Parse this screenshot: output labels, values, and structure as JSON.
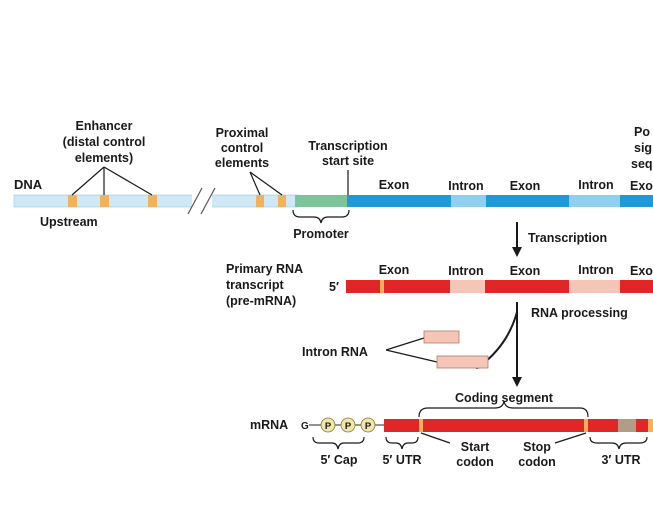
{
  "dna": {
    "label": "DNA",
    "enhancer_title": "Enhancer",
    "enhancer_sub1": "(distal control",
    "enhancer_sub2": "elements)",
    "proximal_1": "Proximal",
    "proximal_2": "control",
    "proximal_3": "elements",
    "tss_1": "Transcription",
    "tss_2": "start site",
    "upstream": "Upstream",
    "promoter": "Promoter",
    "exon_1": "Exon",
    "intron_1": "Intron",
    "exon_2": "Exon",
    "intron_2": "Intron",
    "exon_3": "Exo",
    "poly_1": "Po",
    "poly_2": "sig",
    "poly_3": "sequ"
  },
  "steps": {
    "transcription": "Transcription",
    "rna_processing": "RNA processing"
  },
  "pre_mrna": {
    "label_1": "Primary RNA",
    "label_2": "transcript",
    "label_3": "(pre-mRNA)",
    "five_prime": "5′",
    "exon_1": "Exon",
    "intron_1": "Intron",
    "exon_2": "Exon",
    "intron_2": "Intron",
    "exon_3": "Exo"
  },
  "intron_rna": {
    "label": "Intron RNA"
  },
  "mrna": {
    "label": "mRNA",
    "g": "G",
    "p": "P",
    "coding_segment": "Coding segment",
    "five_cap": "5′ Cap",
    "five_utr": "5′ UTR",
    "start_1": "Start",
    "start_2": "codon",
    "stop_1": "Stop",
    "stop_2": "codon",
    "three_utr": "3′ UTR"
  },
  "colors": {
    "dna_upstream": "#cfe8f5",
    "exon_blue": "#1e9ad6",
    "intron_blue": "#8fd0ee",
    "promoter_green": "#7dc49a",
    "element_orange": "#f0b25a",
    "rna_red": "#e02626",
    "intron_pink": "#f5c6b8",
    "cap_yellow": "#f0e6a8"
  }
}
